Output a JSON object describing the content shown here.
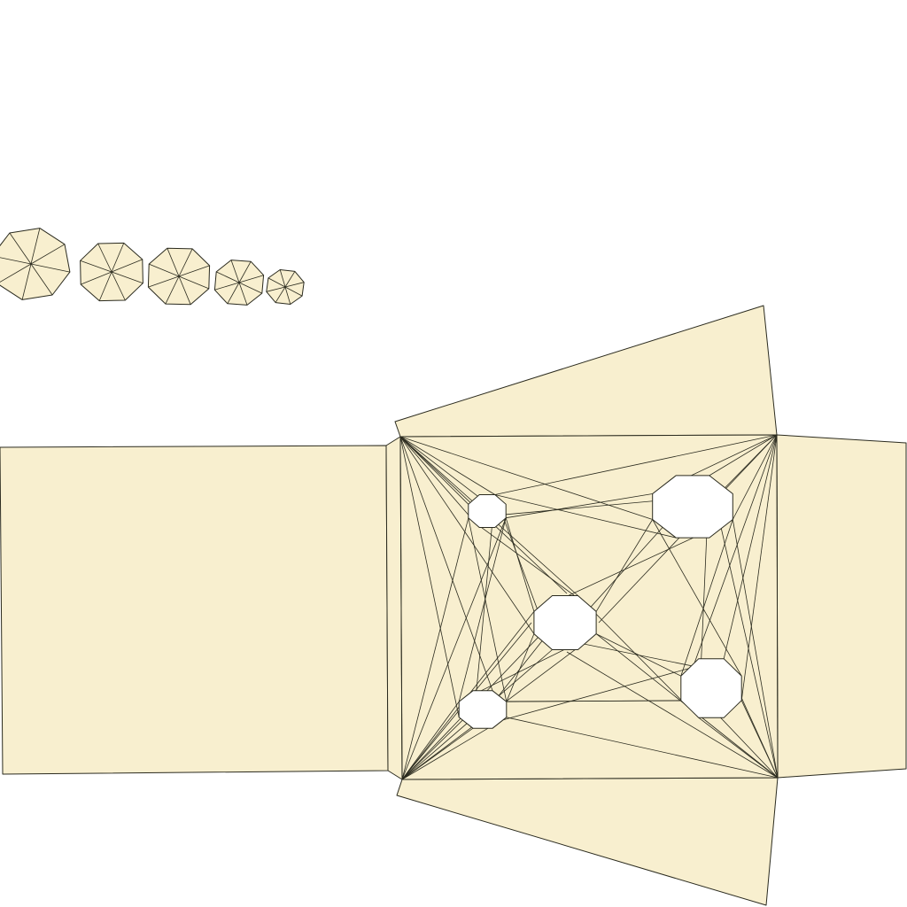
{
  "diagram": {
    "kind": "unfolded-mesh",
    "colors": {
      "face_fill": "#f8efcf",
      "edge_stroke": "#2b2b1f",
      "hole_fill": "#ffffff",
      "background": "#ffffff"
    },
    "cap_polygons": {
      "count": 5,
      "sides": 8,
      "shape": "octagon-fan"
    },
    "holes": {
      "count": 5,
      "shape": "octagon"
    },
    "side_panels": [
      "left",
      "top",
      "right",
      "bottom"
    ],
    "center_panel": "triangulated-square-with-holes"
  }
}
